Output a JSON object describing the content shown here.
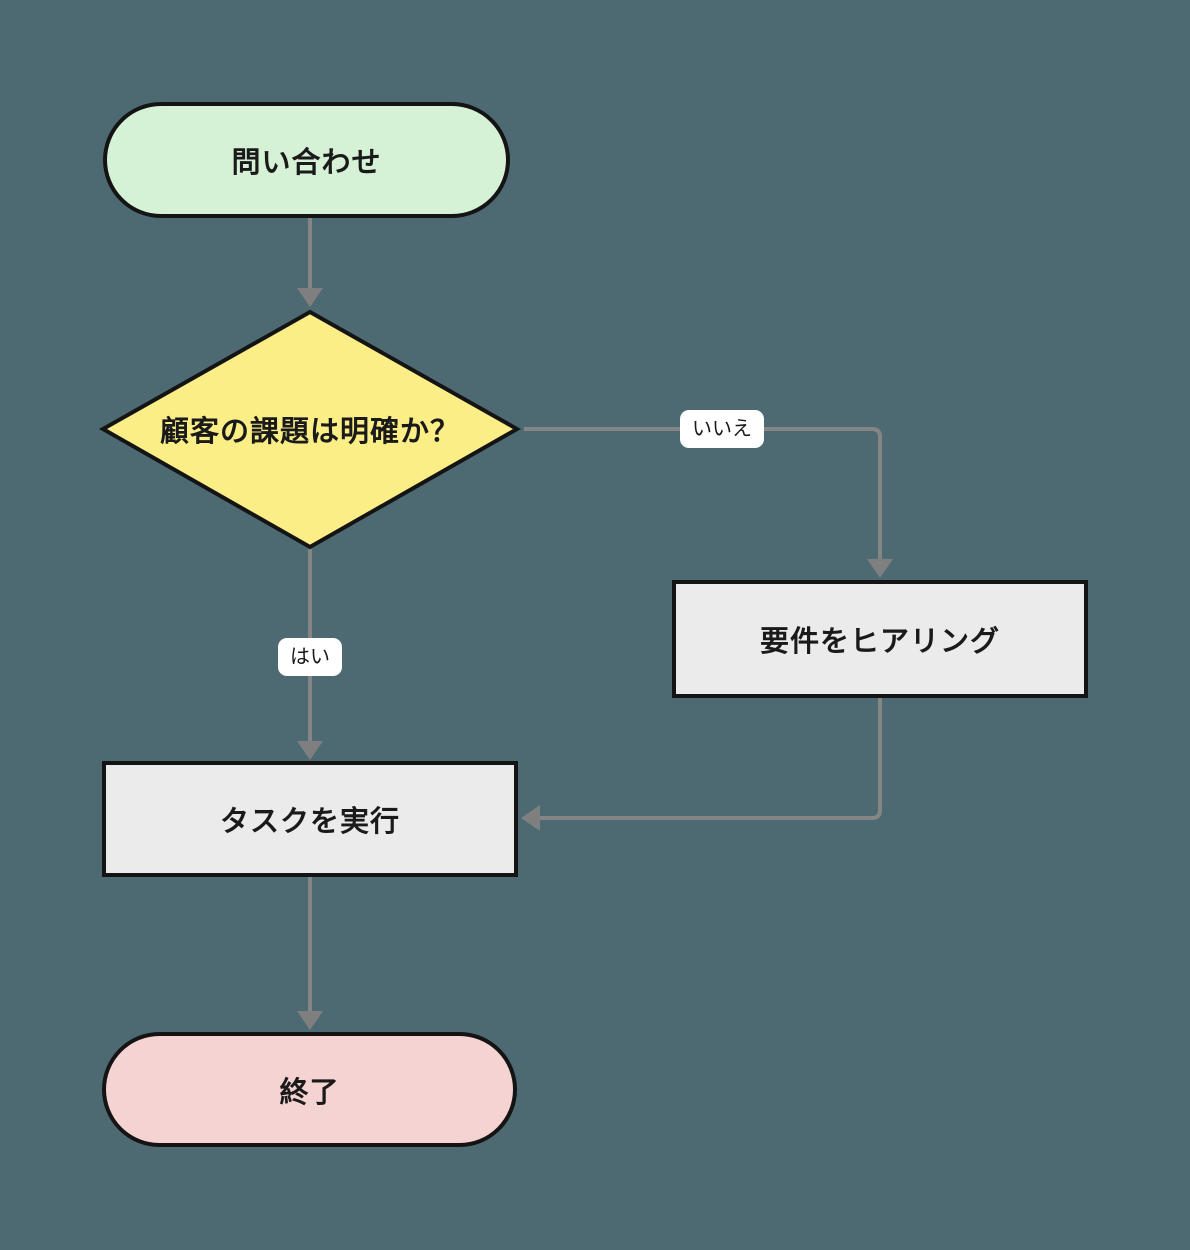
{
  "diagram": {
    "type": "flowchart",
    "direction": "top-down",
    "background_color": "#4d6a72",
    "edge_color": "#858585",
    "node_border_color": "#141414",
    "text_color": "#1a1a1a",
    "edge_label_background": "#ffffff",
    "nodes": [
      {
        "id": "start",
        "shape": "stadium",
        "label": "問い合わせ",
        "fill": "#d6f2d6"
      },
      {
        "id": "decision",
        "shape": "diamond",
        "label": "顧客の課題は明確か？",
        "fill": "#fcee87"
      },
      {
        "id": "hearing",
        "shape": "rect",
        "label": "要件をヒアリング",
        "fill": "#ebebeb"
      },
      {
        "id": "task",
        "shape": "rect",
        "label": "タスクを実行",
        "fill": "#ebebeb"
      },
      {
        "id": "end",
        "shape": "stadium",
        "label": "終了",
        "fill": "#f6d3d3"
      }
    ],
    "edges": [
      {
        "from": "start",
        "to": "decision",
        "label": ""
      },
      {
        "from": "decision",
        "to": "hearing",
        "label": "いいえ"
      },
      {
        "from": "decision",
        "to": "task",
        "label": "はい"
      },
      {
        "from": "hearing",
        "to": "task",
        "label": ""
      },
      {
        "from": "task",
        "to": "end",
        "label": ""
      }
    ]
  }
}
